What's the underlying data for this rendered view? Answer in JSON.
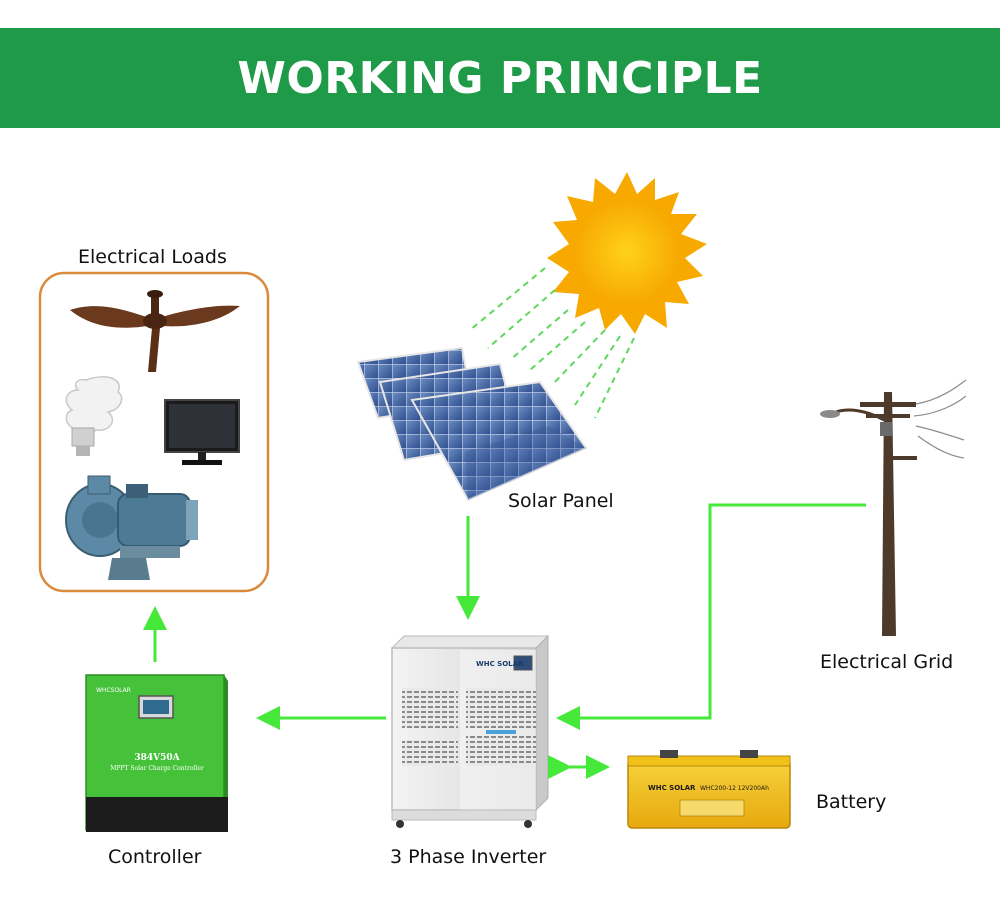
{
  "header": {
    "title": "WORKING PRINCIPLE"
  },
  "labels": {
    "loads": "Electrical Loads",
    "solar_panel": "Solar Panel",
    "grid": "Electrical Grid",
    "battery": "Battery",
    "controller": "Controller",
    "inverter": "3 Phase Inverter"
  },
  "device_text": {
    "controller_brand": "WHCSOLAR",
    "controller_model": "384V50A",
    "controller_type": "MPPT Solar Charge Controller",
    "inverter_brand": "WHC SOLAR",
    "battery_brand": "WHC SOLAR",
    "battery_model": "WHC200-12 12V200Ah"
  },
  "colors": {
    "banner": "#1f9a48",
    "arrow": "#46e83a",
    "sun": "#f7a900",
    "loads_frame": "#d98b3a",
    "controller": "#46c23a",
    "battery": "#f2c21a"
  },
  "icons": [
    "ceiling-fan-icon",
    "cfl-bulb-icon",
    "tv-icon",
    "water-pump-icon",
    "sun-icon",
    "solar-panel-icon",
    "utility-pole-icon",
    "street-lamp-icon",
    "controller-icon",
    "inverter-icon",
    "battery-icon"
  ]
}
